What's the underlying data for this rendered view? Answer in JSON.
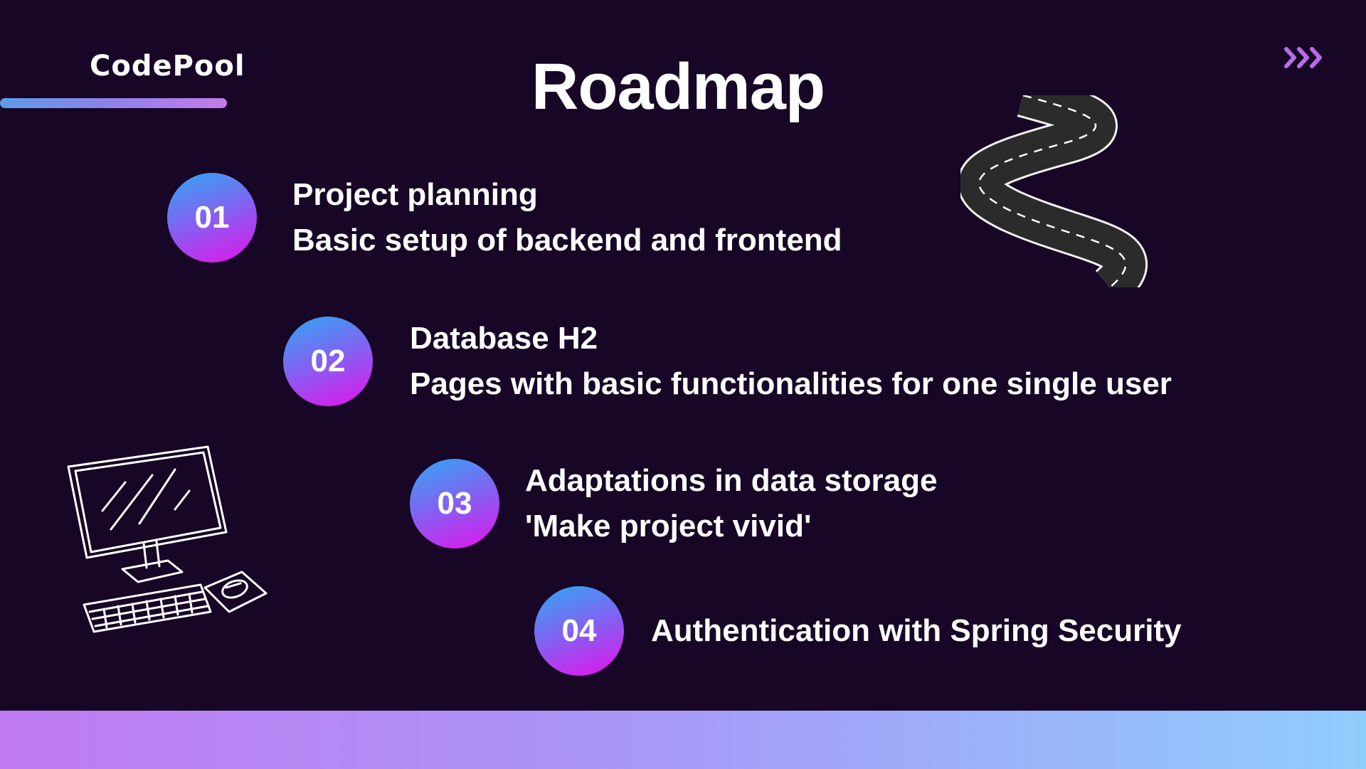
{
  "brand": {
    "name": "CodePool"
  },
  "title": "Roadmap",
  "icons": {
    "next": "triple-chevron-right-icon",
    "road": "winding-road-illustration",
    "computer": "desktop-computer-sketch"
  },
  "colors": {
    "background": "#170625",
    "accent_purple": "#c57bea",
    "accent_blue": "#5c9ce6",
    "circle_gradient_start": "#2fa8f2",
    "circle_gradient_end": "#e512eb",
    "footer_gradient_start": "#c07bf2",
    "footer_gradient_end": "#8fcdfc"
  },
  "steps": [
    {
      "number": "01",
      "lines": [
        "Project planning",
        "Basic setup of backend and frontend"
      ]
    },
    {
      "number": "02",
      "lines": [
        "Database H2",
        "Pages with basic functionalities for one single user"
      ]
    },
    {
      "number": "03",
      "lines": [
        "Adaptations in data storage",
        "'Make project vivid'"
      ]
    },
    {
      "number": "04",
      "lines": [
        "Authentication with Spring Security"
      ]
    }
  ]
}
